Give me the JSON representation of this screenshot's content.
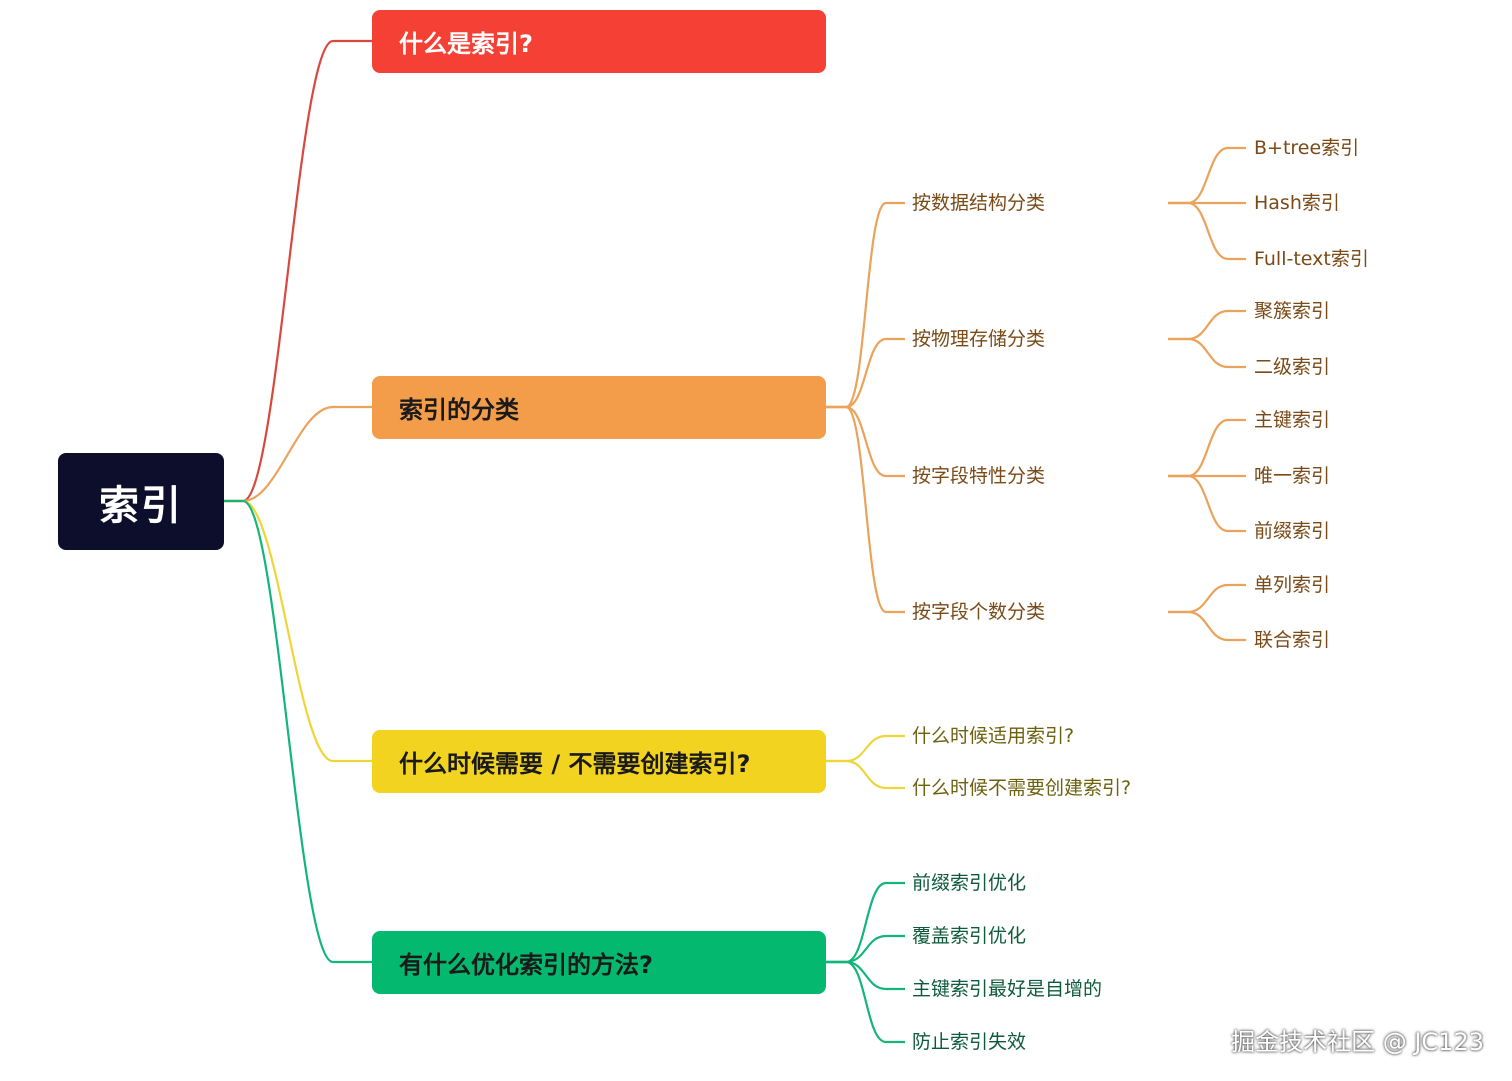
{
  "root": {
    "label": "索引"
  },
  "branches": [
    {
      "label": "什么是索引?",
      "color": "#f54135"
    },
    {
      "label": "索引的分类",
      "color": "#f39d4a",
      "children": [
        {
          "label": "按数据结构分类",
          "children": [
            "B+tree索引",
            "Hash索引",
            "Full-text索引"
          ]
        },
        {
          "label": "按物理存储分类",
          "children": [
            "聚簇索引",
            "二级索引"
          ]
        },
        {
          "label": "按字段特性分类",
          "children": [
            "主键索引",
            "唯一索引",
            "前缀索引"
          ]
        },
        {
          "label": "按字段个数分类",
          "children": [
            "单列索引",
            "联合索引"
          ]
        }
      ]
    },
    {
      "label": "什么时候需要 / 不需要创建索引?",
      "color": "#f2d320",
      "children": [
        {
          "label": "什么时候适用索引?"
        },
        {
          "label": "什么时候不需要创建索引?"
        }
      ]
    },
    {
      "label": "有什么优化索引的方法?",
      "color": "#04b86f",
      "children": [
        {
          "label": "前缀索引优化"
        },
        {
          "label": "覆盖索引优化"
        },
        {
          "label": "主键索引最好是自增的"
        },
        {
          "label": "防止索引失效"
        }
      ]
    }
  ],
  "watermark": "掘金技术社区 @ JC123"
}
